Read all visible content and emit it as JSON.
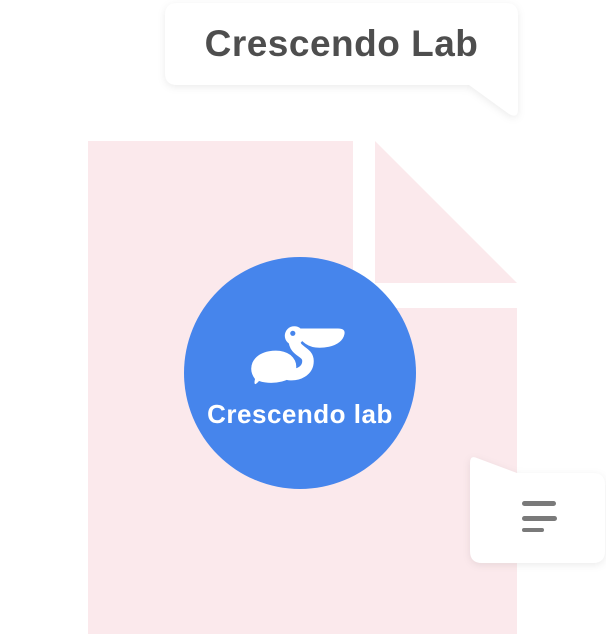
{
  "colors": {
    "background": "#ffffff",
    "document_pink": "#FBE9EC",
    "brand_blue": "#4685EC",
    "bubble_white": "#ffffff",
    "heading_text": "#4E4E4E",
    "text_line_gray": "#7A7A7A",
    "logo_white": "#ffffff"
  },
  "speech_bubble_top": {
    "label": "Crescendo Lab"
  },
  "logo_badge": {
    "icon": "pelican-icon",
    "wordmark": "Crescendo lab"
  },
  "speech_bubble_bottom": {
    "icon": "text-lines-icon",
    "line_count": 3
  }
}
